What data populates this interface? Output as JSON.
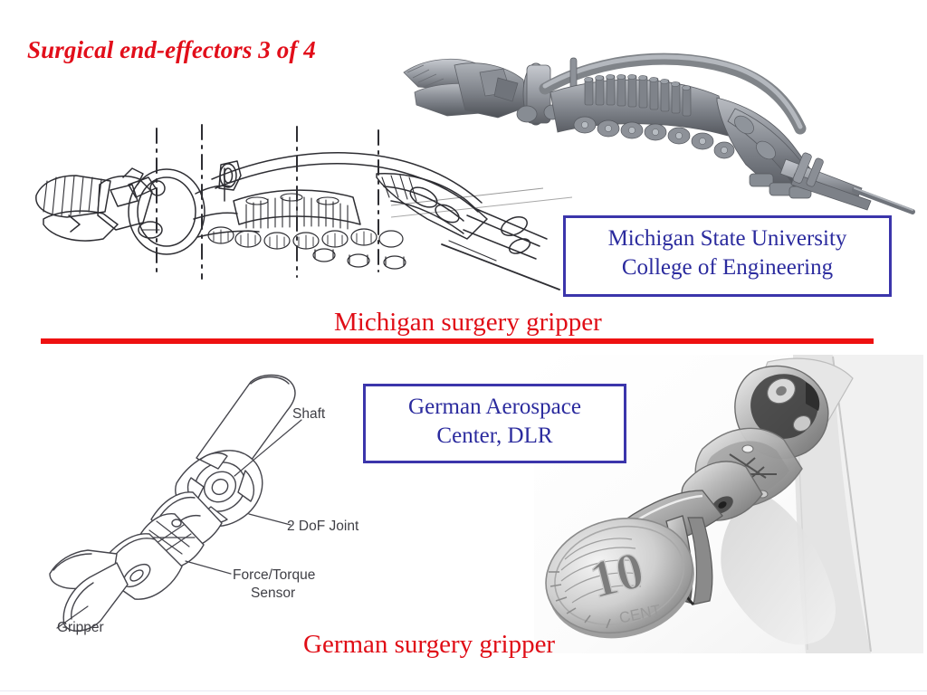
{
  "slide": {
    "title": "Surgical end-effectors 3 of 4",
    "background_color": "#ffffff"
  },
  "colors": {
    "title_red": "#e20e1a",
    "caption_red": "#e00d16",
    "divider_red": "#ee1111",
    "label_box_blue": "#3b35ab",
    "label_text_blue": "#2b2b9e",
    "line_art_gray": "#3f3f45"
  },
  "label_boxes": [
    {
      "name": "michigan-state-university",
      "lines": [
        "Michigan State University",
        "College of Engineering"
      ]
    },
    {
      "name": "german-aerospace-center",
      "lines": [
        "German Aerospace",
        "Center, DLR"
      ]
    }
  ],
  "captions": {
    "michigan": "Michigan surgery gripper",
    "german": "German surgery gripper"
  },
  "figures": {
    "michigan_line_drawing": {
      "alt": "Technical line drawing of the Michigan surgery gripper end-effector with geared wrist joint and dash-dot centerlines"
    },
    "michigan_cad_render": {
      "alt": "Gray shaded 3D CAD render of the Michigan surgery gripper end-effector"
    },
    "dlr_line_drawing": {
      "alt": "Line drawing of the DLR surgery gripper showing shaft, 2 DoF joint, force/torque sensor and gripper jaws",
      "labels": [
        {
          "text": "Shaft"
        },
        {
          "text": "2 DoF Joint"
        },
        {
          "text": "Force/Torque"
        },
        {
          "text": "Sensor"
        },
        {
          "text": "Gripper"
        }
      ]
    },
    "dlr_photo": {
      "alt": "Black and white photograph of the DLR surgery gripper resting beside a 10 euro cent coin for scale",
      "coin_text": "10"
    }
  }
}
